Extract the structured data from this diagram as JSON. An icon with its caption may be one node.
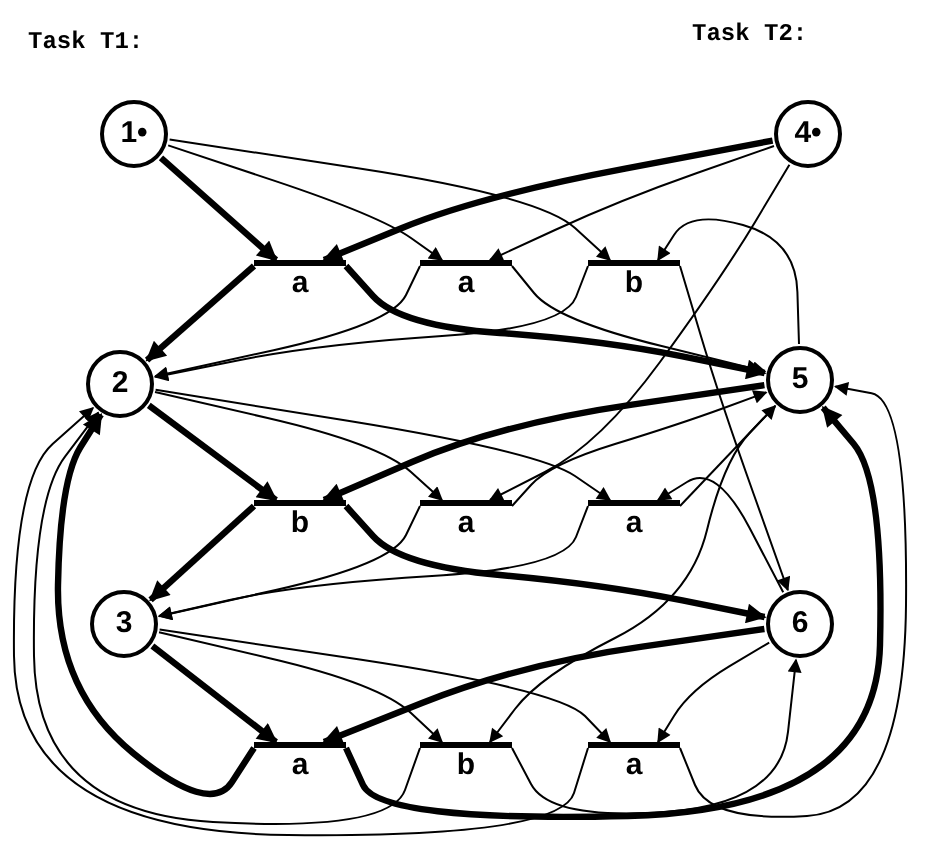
{
  "diagram": {
    "nodes": [
      {
        "text": [
          "1•"
        ]
      },
      {
        "text": [
          "4•"
        ]
      },
      {
        "text": [
          "2"
        ]
      },
      {
        "text": [
          "5"
        ]
      },
      {
        "text": [
          "3"
        ]
      },
      {
        "text": [
          "6"
        ]
      },
      {
        "text": [
          "a"
        ]
      },
      {
        "text": [
          "a"
        ]
      },
      {
        "text": [
          "b"
        ]
      },
      {
        "text": [
          "b"
        ]
      },
      {
        "text": [
          "a"
        ]
      },
      {
        "text": [
          "a"
        ]
      },
      {
        "text": [
          "a"
        ]
      },
      {
        "text": [
          "b"
        ]
      },
      {
        "text": [
          "a"
        ]
      }
    ],
    "edges": [
      {
        "from": 0,
        "to": 6,
        "arrow": "to",
        "style": "thick"
      },
      {
        "from": 1,
        "to": 6,
        "arrow": "to",
        "style": "thick"
      },
      {
        "from": 6,
        "to": 2,
        "arrow": "to",
        "style": "thick"
      },
      {
        "from": 6,
        "to": 3,
        "arrow": "to",
        "style": "thick"
      },
      {
        "from": 0,
        "to": 7,
        "arrow": "to"
      },
      {
        "from": 1,
        "to": 7,
        "arrow": "to"
      },
      {
        "from": 7,
        "to": 2,
        "arrow": "to"
      },
      {
        "from": 7,
        "to": 3,
        "arrow": "to"
      },
      {
        "from": 0,
        "to": 8,
        "arrow": "to"
      },
      {
        "from": 3,
        "to": 8,
        "arrow": "to"
      },
      {
        "from": 8,
        "to": 2,
        "arrow": "to"
      },
      {
        "from": 8,
        "to": 5,
        "arrow": "to"
      },
      {
        "from": 2,
        "to": 9,
        "arrow": "to",
        "style": "thick"
      },
      {
        "from": 3,
        "to": 9,
        "arrow": "to",
        "style": "thick"
      },
      {
        "from": 9,
        "to": 4,
        "arrow": "to",
        "style": "thick"
      },
      {
        "from": 9,
        "to": 5,
        "arrow": "to",
        "style": "thick"
      },
      {
        "from": 2,
        "to": 10,
        "arrow": "to"
      },
      {
        "from": 1,
        "to": 10,
        "arrow": "to"
      },
      {
        "from": 10,
        "to": 4,
        "arrow": "to"
      },
      {
        "from": 10,
        "to": 3,
        "arrow": "to"
      },
      {
        "from": 2,
        "to": 11,
        "arrow": "to"
      },
      {
        "from": 5,
        "to": 11,
        "arrow": "to"
      },
      {
        "from": 11,
        "to": 4,
        "arrow": "to"
      },
      {
        "from": 11,
        "to": 3,
        "arrow": "to"
      },
      {
        "from": 4,
        "to": 12,
        "arrow": "to",
        "style": "thick"
      },
      {
        "from": 5,
        "to": 12,
        "arrow": "to",
        "style": "thick"
      },
      {
        "from": 12,
        "to": 2,
        "arrow": "to",
        "style": "thick"
      },
      {
        "from": 12,
        "to": 3,
        "arrow": "to",
        "style": "thick"
      },
      {
        "from": 4,
        "to": 13,
        "arrow": "to"
      },
      {
        "from": 3,
        "to": 13,
        "arrow": "to"
      },
      {
        "from": 13,
        "to": 2,
        "arrow": "to"
      },
      {
        "from": 13,
        "to": 5,
        "arrow": "to"
      },
      {
        "from": 4,
        "to": 14,
        "arrow": "to"
      },
      {
        "from": 5,
        "to": 14,
        "arrow": "to"
      },
      {
        "from": 14,
        "to": 2,
        "arrow": "to"
      },
      {
        "from": 14,
        "to": 3,
        "arrow": "to"
      }
    ],
    "labels": [
      "Task T1:",
      "Task T2:"
    ]
  }
}
